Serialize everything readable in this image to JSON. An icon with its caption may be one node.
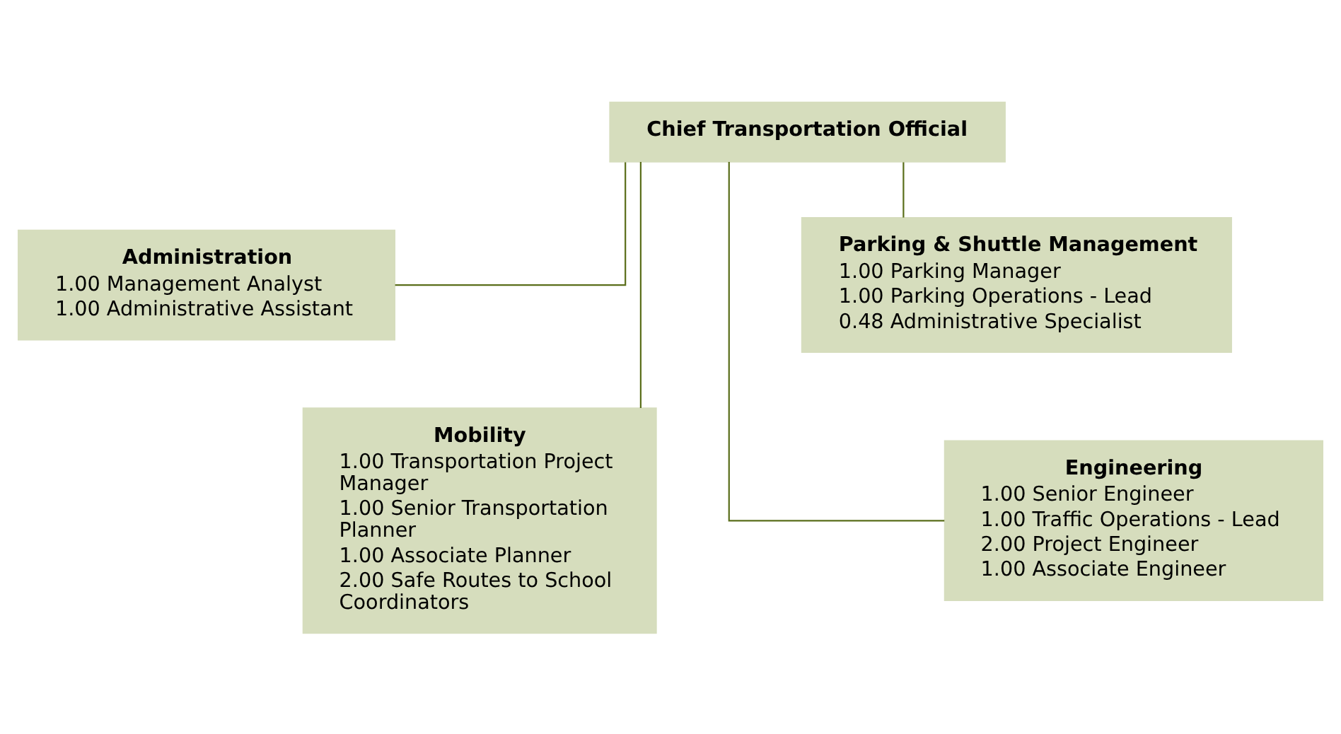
{
  "diagram": {
    "nodes": [
      {
        "text": [
          "Chief Transportation Official"
        ]
      },
      {
        "text": [
          "Administration",
          "1.00 Management Analyst",
          "1.00 Administrative Assistant"
        ]
      },
      {
        "text": [
          "Parking & Shuttle Management",
          "1.00 Parking Manager",
          "1.00 Parking Operations - Lead",
          "0.48 Administrative Specialist"
        ]
      },
      {
        "text": [
          "Mobility",
          "1.00 Transportation Project Manager",
          "1.00 Senior Transportation Planner",
          "1.00 Associate Planner",
          "2.00 Safe Routes to School Coordinators"
        ]
      },
      {
        "text": [
          "Engineering",
          "1.00 Senior Engineer",
          "1.00 Traffic Operations - Lead",
          "2.00 Project Engineer",
          "1.00 Associate Engineer"
        ]
      }
    ],
    "edges": [
      {
        "from": 0,
        "to": 1,
        "arrow": "none"
      },
      {
        "from": 0,
        "to": 2,
        "arrow": "none"
      },
      {
        "from": 0,
        "to": 3,
        "arrow": "none"
      },
      {
        "from": 0,
        "to": 4,
        "arrow": "none"
      }
    ]
  }
}
